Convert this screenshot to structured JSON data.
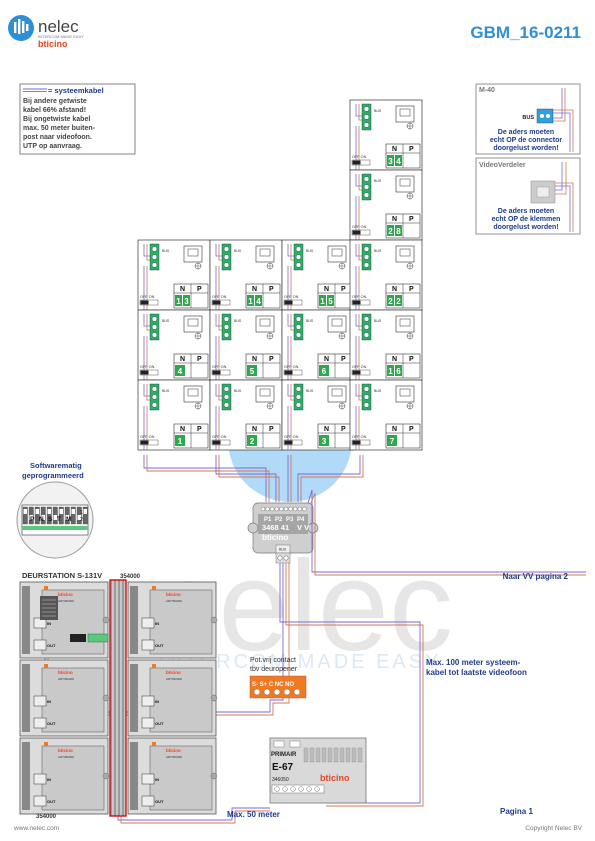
{
  "header": {
    "logo_name": "nelec",
    "logo_tagline": "INTERCOM MADE EASY",
    "logo_brand": "bticino",
    "doc_code": "GBM_16-0211"
  },
  "legend": {
    "cable_label": "= systeemkabel",
    "lines": [
      "Bij andere getwiste",
      "kabel 66% afstand!",
      "Bij ongetwiste kabel",
      "max. 50 meter buiten-",
      "post naar videofoon.",
      "UTP op aanvraag."
    ]
  },
  "box_m40": {
    "title": "M-40",
    "bus_label": "BUS",
    "note_lines": [
      "De aders moeten",
      "echt OP de connector",
      "doorgelust worden!"
    ]
  },
  "box_vv": {
    "title": "VideoVerdeler",
    "note_lines": [
      "De aders moeten",
      "echt OP de klemmen",
      "doorgelust worden!"
    ]
  },
  "monitor": {
    "n_label": "N",
    "p_label": "P",
    "off_on": "OFF ON",
    "bus_label": "BUS"
  },
  "monitors": [
    {
      "num": "3",
      "n_digit": "4"
    },
    {
      "num": "2",
      "n_digit": "8"
    },
    {
      "num": "1",
      "n_digit": "3"
    },
    {
      "num": "1",
      "n_digit": "4"
    },
    {
      "num": "1",
      "n_digit": "5"
    },
    {
      "num": "2",
      "n_digit": "2"
    },
    {
      "num": "4",
      "n_digit": ""
    },
    {
      "num": "5",
      "n_digit": ""
    },
    {
      "num": "6",
      "n_digit": ""
    },
    {
      "num": "1",
      "n_digit": "6"
    },
    {
      "num": "1",
      "n_digit": ""
    },
    {
      "num": "2",
      "n_digit": ""
    },
    {
      "num": "3",
      "n_digit": ""
    },
    {
      "num": "7",
      "n_digit": ""
    }
  ],
  "dip_panel": {
    "title_line1": "Softwarematig",
    "title_line2": "geprogrammeerd",
    "labels": [
      "P",
      "N",
      "S",
      "T",
      "M"
    ],
    "extra": [
      "1",
      "2"
    ]
  },
  "distributor": {
    "ports": [
      "P1",
      "P2",
      "P3",
      "P4"
    ],
    "code": "3468 41",
    "vv": "V V",
    "brand": "bticino",
    "bottom": "BUS"
  },
  "watermark": {
    "word": "nelec",
    "tagline": "INTERCOM MADE EASY"
  },
  "door_station": {
    "title": "DEURSTATION S-131V",
    "top_code": "354000",
    "bottom_code": "354000",
    "module_brand": "bticino",
    "module_code": "ART352000",
    "in_label": "IN",
    "out_label": "OUT"
  },
  "contact": {
    "line1": "Pot.vrij contact",
    "line2": "tbv deuropener",
    "terminals": "S-  S+ C  NC NO"
  },
  "labels": {
    "naar_vv": "Naar VV pagina 2",
    "max100_line1": "Max. 100 meter systeem-",
    "max100_line2": "kabel tot laatste videofoon",
    "max50": "Max. 50 meter",
    "pagina": "Pagina 1"
  },
  "psu": {
    "primair": "PRIMAIR",
    "name": "E-67",
    "code": "346050",
    "brand": "bticino"
  },
  "footer": {
    "left": "www.nelec.com",
    "right": "Copyright Nelec BV"
  },
  "colors": {
    "accent_blue": "#2f8fd6",
    "label_blue": "#1f3c8a",
    "brand_orange": "#e8451c",
    "terminal_green": "#2fae5e",
    "number_green": "#2ea84d",
    "contact_orange": "#f07a22"
  }
}
